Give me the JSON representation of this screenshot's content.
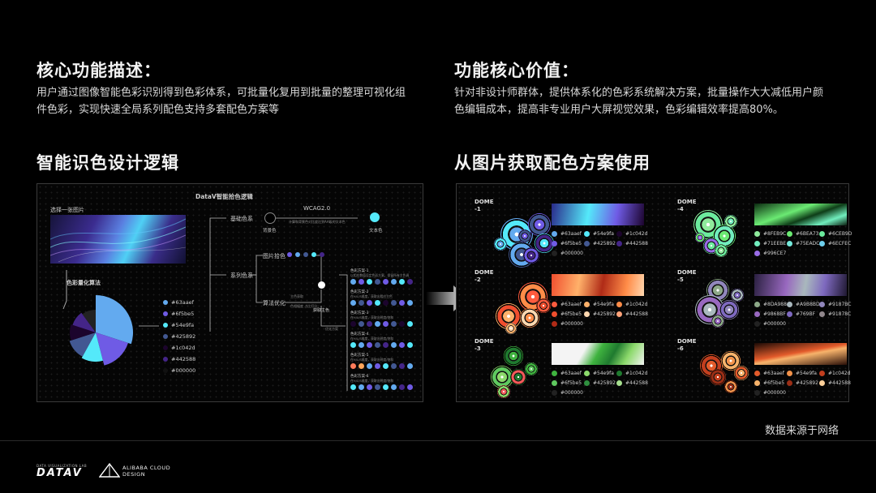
{
  "left": {
    "heading": "核心功能描述：",
    "desc_line1": "用户通过图像智能色彩识别得到色彩体系，可批量化复用到批量的整理可视化组",
    "desc_line2": "件色彩，实现快速全局系列配色支持多套配色方案等",
    "section_title": "智能识色设计逻辑"
  },
  "right": {
    "heading": "功能核心价值：",
    "desc_line1": "针对非设计师群体，提供体系化的色彩系统解决方案，批量操作大大减低用户颜",
    "desc_line2": "色编辑成本，提高非专业用户大屏视觉效果，色彩编辑效率提高80%。",
    "section_title": "从图片获取配色方案使用"
  },
  "diagram": {
    "title": "DataV智能拾色逻辑",
    "select_image": "选择一张图片",
    "algo_label": "色彩量化算法",
    "base_color": "基础色系",
    "series_color": "系列色系",
    "wcag": "WCAG2.0",
    "wcag_sub": "计算和背景色对比度达到AA级的文本色",
    "bg_color": "背景色",
    "text_color": "文本色",
    "pick_color": "图片拾色",
    "algo_opt": "算法优化",
    "get_main": "获取主色",
    "opt_a": "主色获取",
    "opt_b": "色相幅度 占比打分",
    "opt_c": "优化方案",
    "pie_colors": [
      "#63aaef",
      "#6f5be5",
      "#54e9fa",
      "#425892",
      "#1c042d",
      "#442588",
      "#000000"
    ],
    "legend": [
      "#63aaef",
      "#6f5be5",
      "#54e9fa",
      "#425892",
      "#1c042d",
      "#442588",
      "#000000"
    ],
    "schemes": [
      {
        "title": "色彩方案-1",
        "note": "以相应数值设定色彩方案，保留所有主色调"
      },
      {
        "title": "色彩方案-2",
        "note": "在H/L/S维度，获取出相应主色"
      },
      {
        "title": "色彩方案-3",
        "note": "在H/L/S维度，获取出明度/饱和"
      },
      {
        "title": "色彩方案-4",
        "note": "在H/L/S维度，获取出明度/饱和"
      },
      {
        "title": "色彩方案-5",
        "note": "在H/L/S维度，获取出明度/饱和"
      },
      {
        "title": "色彩方案-6",
        "note": "在H/L/S维度，获取出明度/饱和"
      }
    ]
  },
  "domes": [
    {
      "label1": "DOME",
      "label2": "-1",
      "colors": [
        [
          "#63aaef",
          "#63aaef"
        ],
        [
          "#54e9fa",
          "#54e9fa"
        ],
        [
          "#1c042d",
          "#1c042d"
        ],
        [
          "#6f5be5",
          "#6f5be5"
        ],
        [
          "#425892",
          "#425892"
        ],
        [
          "#442588",
          "#442588"
        ],
        [
          "#000000",
          "#000000"
        ]
      ]
    },
    {
      "label1": "DOME",
      "label2": "-4",
      "colors": [
        [
          "#8FEB9C",
          "#8FEB9C"
        ],
        [
          "#6BEA73",
          "#6BEA73"
        ],
        [
          "#6CEB9D",
          "#6CEB9D"
        ],
        [
          "#71EEBE",
          "#71EEBE"
        ],
        [
          "#75EADC",
          "#75EADC"
        ],
        [
          "#6ECFEC",
          "#6ECFEC"
        ],
        [
          "#996CE7",
          "#996CE7"
        ]
      ]
    },
    {
      "label1": "DOME",
      "label2": "-2",
      "colors": [
        [
          "#63aaef",
          "#FF5B3E"
        ],
        [
          "#54e9fa",
          "#FFB16A"
        ],
        [
          "#1c042d",
          "#FF8C48"
        ],
        [
          "#6f5be5",
          "#F04E2E"
        ],
        [
          "#425892",
          "#FFD8B0"
        ],
        [
          "#442588",
          "#FFA37A"
        ],
        [
          "#000000",
          "#B02B17"
        ]
      ]
    },
    {
      "label1": "DOME",
      "label2": "-5",
      "colors": [
        [
          "#8DA988",
          "#8DA988"
        ],
        [
          "#A9B8BD",
          "#A9B8BD"
        ],
        [
          "#9187BC",
          "#9187BC"
        ],
        [
          "#9868BF",
          "#9868BF"
        ],
        [
          "#769BF",
          "#7E69BF"
        ],
        [
          "#91878C",
          "#91878C"
        ],
        [
          "#000000",
          "#000000"
        ]
      ]
    },
    {
      "label1": "DOME",
      "label2": "-3",
      "colors": [
        [
          "#63aaef",
          "#3FB33F"
        ],
        [
          "#54e9fa",
          "#8CD96B"
        ],
        [
          "#1c042d",
          "#1F7A2F"
        ],
        [
          "#6f5be5",
          "#5FC95F"
        ],
        [
          "#425892",
          "#2F8F3F"
        ],
        [
          "#442588",
          "#A7E08F"
        ],
        [
          "#000000",
          "#000000"
        ]
      ]
    },
    {
      "label1": "DOME",
      "label2": "-6",
      "colors": [
        [
          "#63aaef",
          "#E35B2B"
        ],
        [
          "#54e9fa",
          "#F2924A"
        ],
        [
          "#1c042d",
          "#C23E1E"
        ],
        [
          "#6f5be5",
          "#F7B36B"
        ],
        [
          "#425892",
          "#9A2E16"
        ],
        [
          "#442588",
          "#FFD09A"
        ],
        [
          "#000000",
          "#000000"
        ]
      ]
    }
  ],
  "source_note": "数据来源于网络",
  "logo": {
    "small": "DATA VISUALIZATION LAB",
    "brand": "DATAV",
    "alibaba1": "ALIBABA CLOUD",
    "alibaba2": "DESIGN"
  }
}
